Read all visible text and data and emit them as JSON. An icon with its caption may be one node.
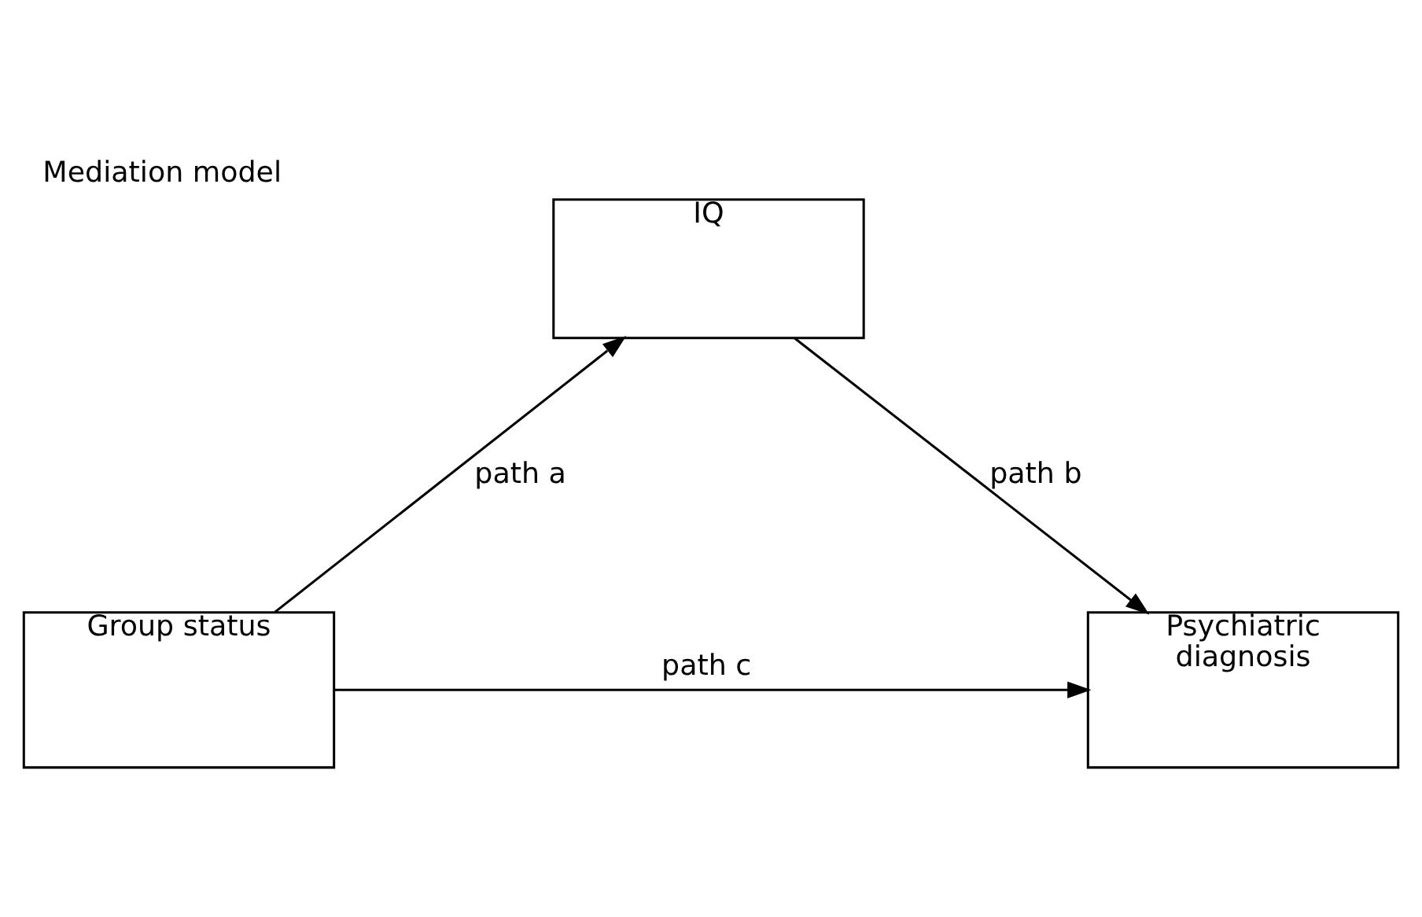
{
  "diagram": {
    "title": "Mediation model",
    "nodes": [
      {
        "text": [
          "IQ"
        ]
      },
      {
        "text": [
          "Group status"
        ]
      },
      {
        "text": [
          "Psychiatric diagnosis"
        ]
      }
    ],
    "edges": [
      {
        "from": 1,
        "to": 0,
        "arrow": "to",
        "label": "path a"
      },
      {
        "from": 0,
        "to": 2,
        "arrow": "to",
        "label": "path b"
      },
      {
        "from": 1,
        "to": 2,
        "arrow": "to",
        "label": "path c"
      }
    ]
  }
}
